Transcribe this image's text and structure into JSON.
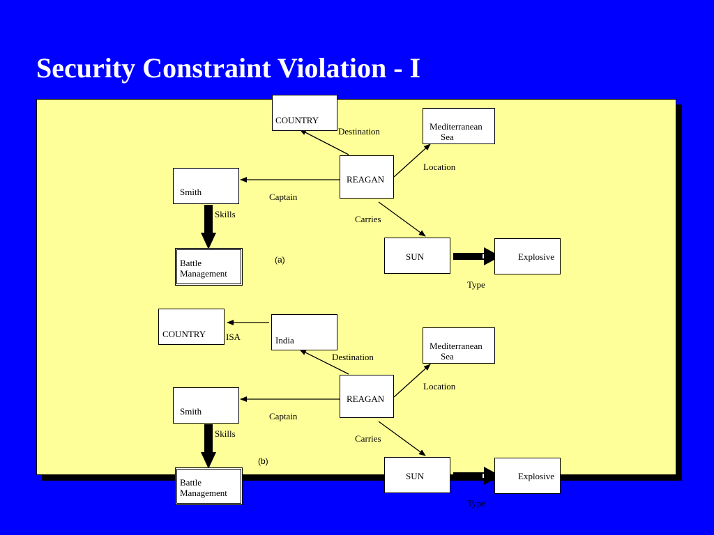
{
  "title": "Security Constraint Violation - I",
  "diagram_a": {
    "caption": "(a)",
    "nodes": {
      "country": "COUNTRY",
      "med_line1": "Mediterranean",
      "med_line2": "Sea",
      "reagan": "REAGAN",
      "smith": "Smith",
      "battle_line1": "Battle",
      "battle_line2": "Management",
      "sun": "SUN",
      "explosive": "Explosive"
    },
    "edges": {
      "destination": "Destination",
      "location": "Location",
      "captain": "Captain",
      "skills": "Skills",
      "carries": "Carries",
      "type": "Type"
    }
  },
  "diagram_b": {
    "caption": "(b)",
    "nodes": {
      "country": "COUNTRY",
      "india": "India",
      "med_line1": "Mediterranean",
      "med_line2": "Sea",
      "reagan": "REAGAN",
      "smith": "Smith",
      "battle_line1": "Battle",
      "battle_line2": "Management",
      "sun": "SUN",
      "explosive": "Explosive"
    },
    "edges": {
      "isa": "ISA",
      "destination": "Destination",
      "location": "Location",
      "captain": "Captain",
      "skills": "Skills",
      "carries": "Carries",
      "type": "Type"
    }
  }
}
